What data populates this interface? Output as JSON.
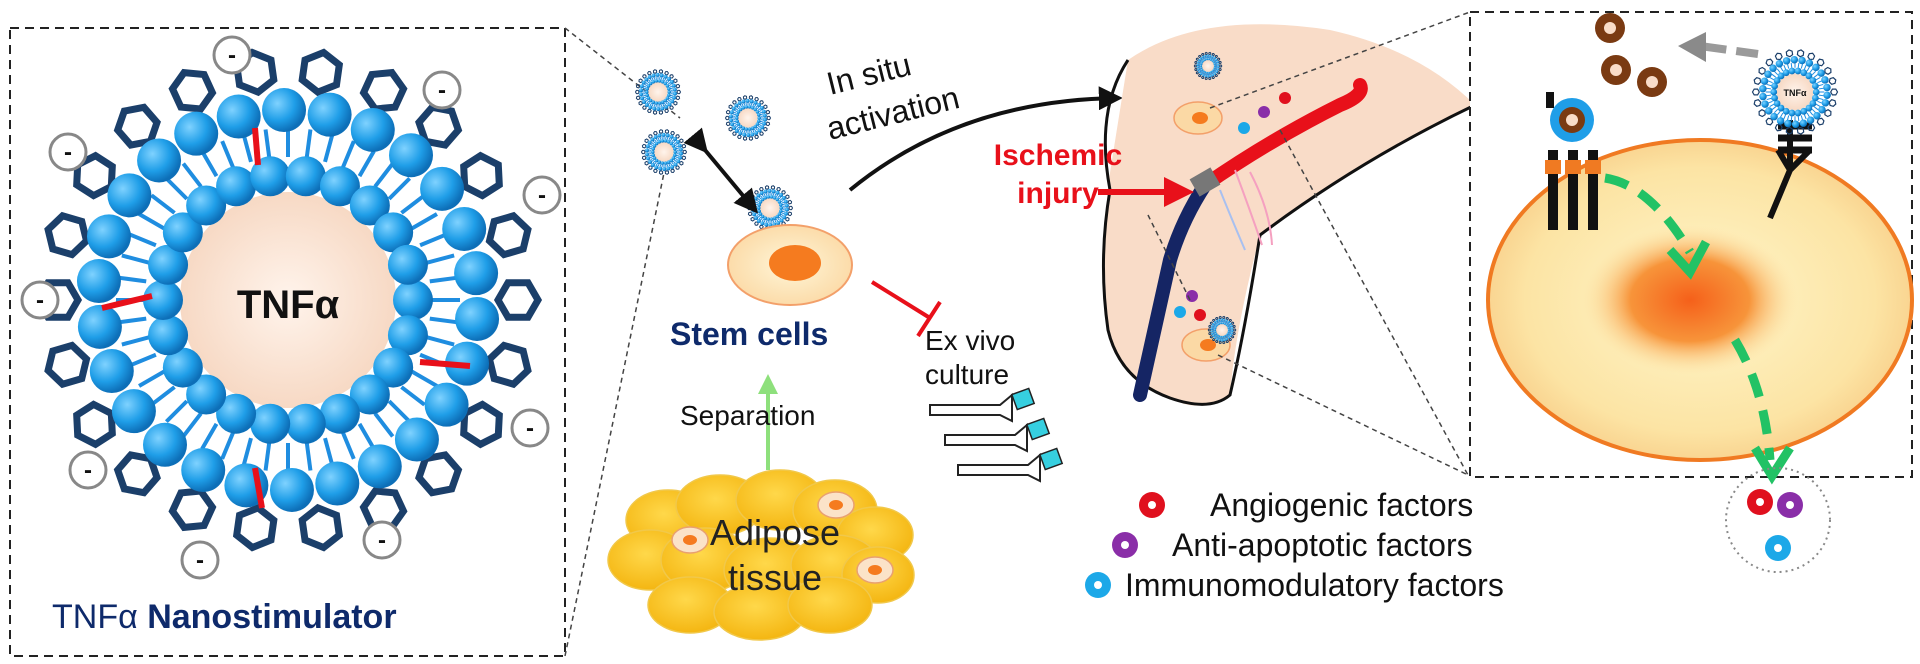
{
  "left_panel": {
    "core_label": "TNFα",
    "caption_prefix": "TNFα",
    "caption_main": "Nanostimulator",
    "charge_symbol": "-"
  },
  "middle": {
    "stem_cells_label": "Stem cells",
    "separation_label": "Separation",
    "adipose_label_line1": "Adipose",
    "adipose_label_line2": "tissue",
    "ex_vivo_line1": "Ex vivo",
    "ex_vivo_line2": "culture",
    "in_situ_line1": "In situ",
    "in_situ_line2": "activation"
  },
  "tissue": {
    "ischemic_line1": "Ischemic",
    "ischemic_line2": "injury"
  },
  "right_panel": {
    "mini_np_label": "TNFα"
  },
  "legend": {
    "items": [
      {
        "label": "Angiogenic factors",
        "color": "#e0101e"
      },
      {
        "label": "Anti-apoptotic factors",
        "color": "#8a2ea8"
      },
      {
        "label": "Immunomodulatory factors",
        "color": "#1ca8e8"
      }
    ]
  },
  "colors": {
    "accent_red": "#e8101a",
    "navy": "#0e2a6b",
    "lipid_blue": "#1f9ee8",
    "hex_blue": "#1b3f6a",
    "skin": "#f9dcc8",
    "cell_orange": "#f58a1f"
  }
}
